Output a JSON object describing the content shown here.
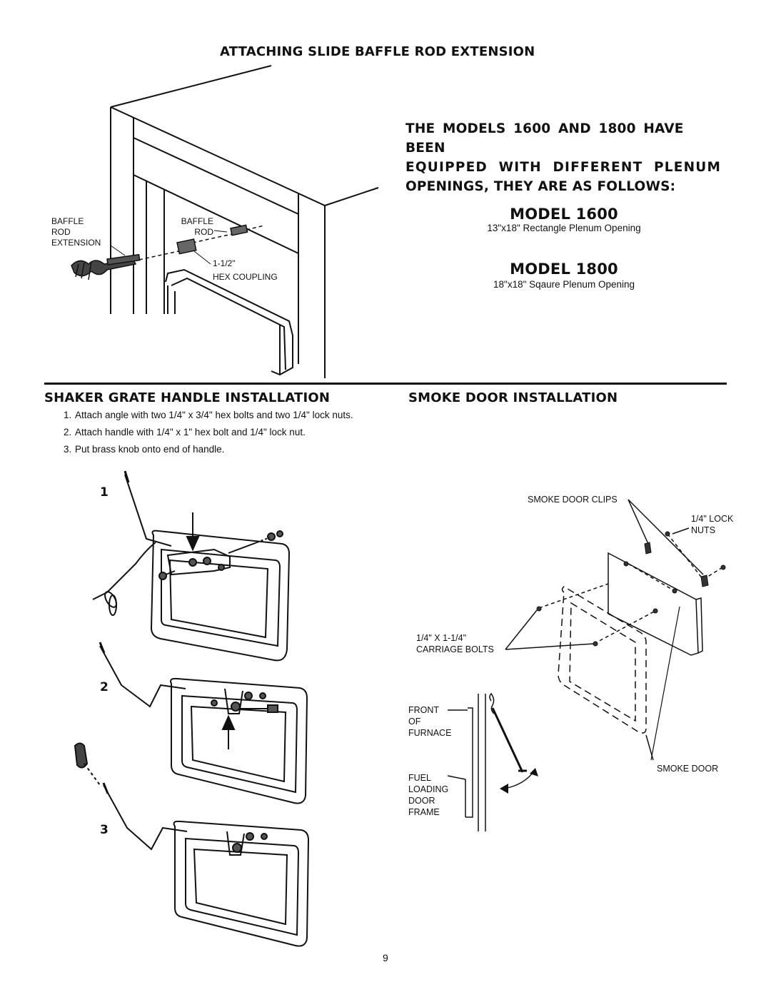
{
  "baffle": {
    "title": "ATTACHING SLIDE BAFFLE ROD EXTENSION",
    "labels": {
      "baffle_rod_extension": [
        "BAFFLE",
        "ROD",
        "EXTENSION"
      ],
      "baffle_rod": [
        "BAFFLE",
        "ROD"
      ],
      "hex_coupling": [
        "1-1/2\"",
        "HEX COUPLING"
      ]
    }
  },
  "models": {
    "heading": [
      "THE MODELS 1600 AND 1800 HAVE BEEN",
      "EQUIPPED WITH DIFFERENT PLENUM",
      "OPENINGS, THEY ARE AS FOLLOWS:"
    ],
    "items": [
      {
        "name": "MODEL 1600",
        "desc": "13\"x18\" Rectangle Plenum Opening"
      },
      {
        "name": "MODEL 1800",
        "desc": "18\"x18\" Sqaure Plenum Opening"
      }
    ]
  },
  "shaker": {
    "title": "SHAKER GRATE HANDLE INSTALLATION",
    "steps": [
      {
        "num": "1.",
        "text": "Attach angle with two 1/4\" x 3/4\" hex bolts and two 1/4\" lock nuts."
      },
      {
        "num": "2.",
        "text": "Attach handle with 1/4\" x 1\" hex bolt and 1/4\" lock nut."
      },
      {
        "num": "3.",
        "text": "Put brass knob onto end of handle."
      }
    ],
    "figure_numbers": [
      "1",
      "2",
      "3"
    ]
  },
  "smoke": {
    "title": "SMOKE DOOR INSTALLATION",
    "labels": {
      "clips": "SMOKE DOOR CLIPS",
      "lock_nuts": [
        "1/4\" LOCK",
        "NUTS"
      ],
      "carriage_bolts": [
        "1/4\" X 1-1/4\"",
        "CARRIAGE BOLTS"
      ],
      "front": [
        "FRONT",
        "OF",
        "FURNACE"
      ],
      "fuel": [
        "FUEL",
        "LOADING",
        "DOOR",
        "FRAME"
      ],
      "smoke_door": "SMOKE DOOR"
    }
  },
  "page_number": "9"
}
